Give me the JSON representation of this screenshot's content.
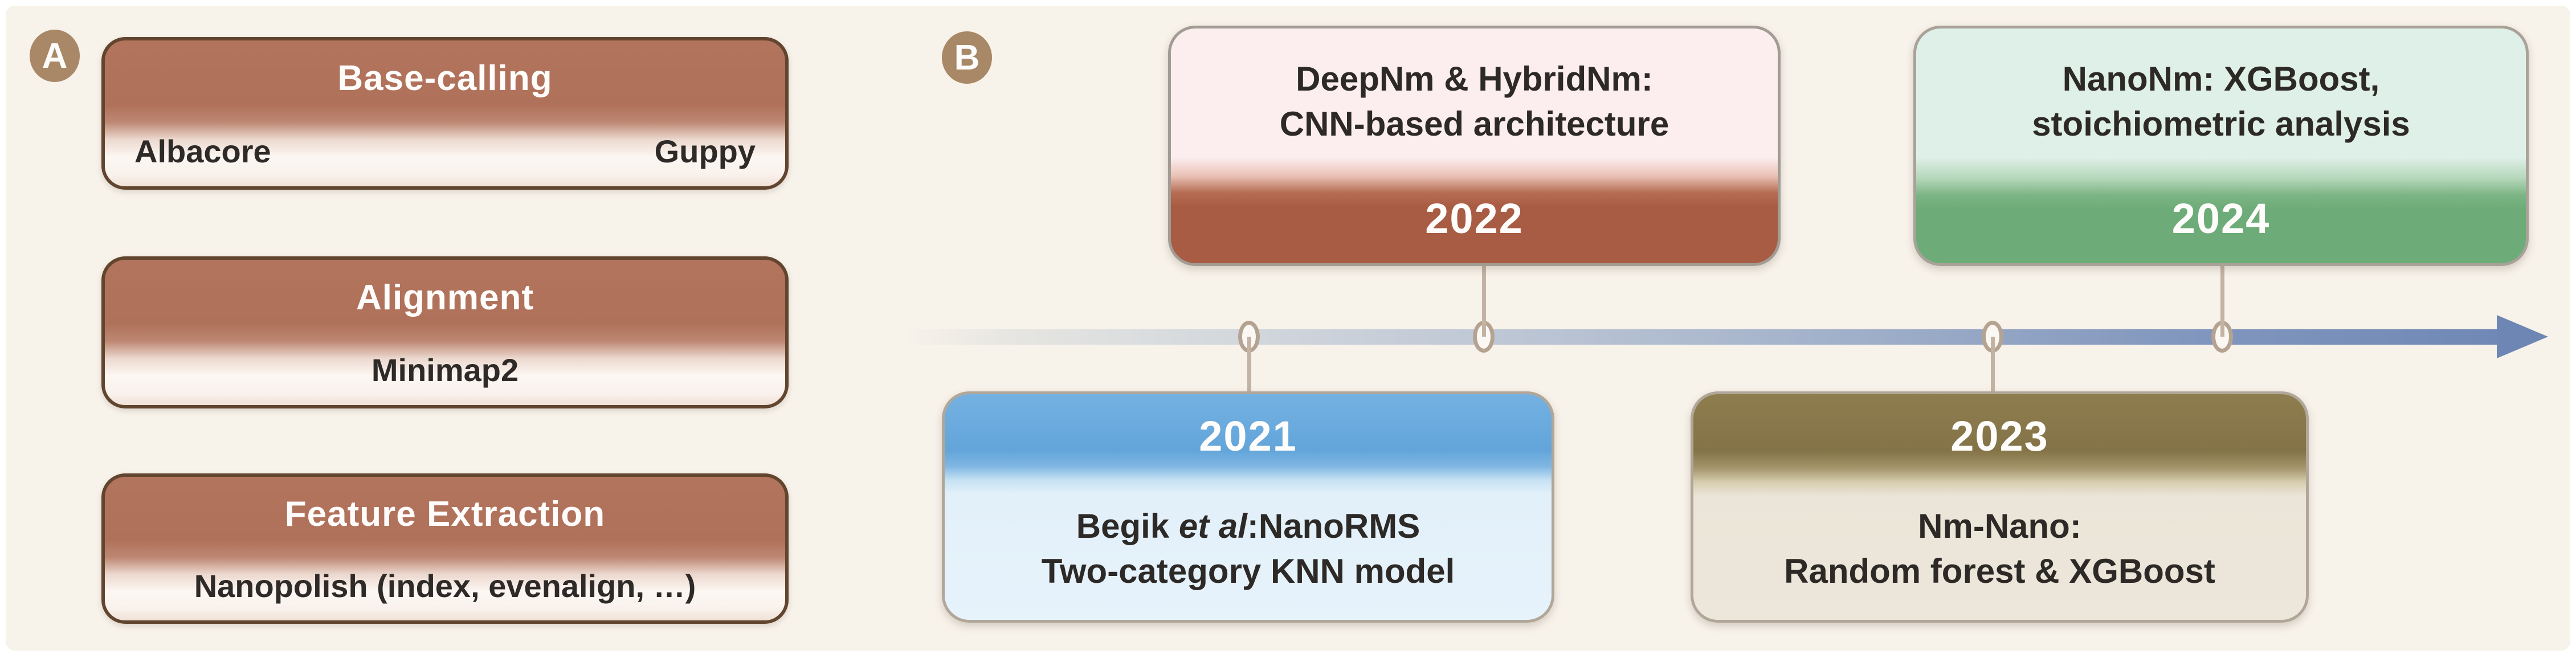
{
  "figure": {
    "background_color": "#f7f2ea",
    "frame_color": "#ffffff",
    "text_color": "#2d2926"
  },
  "panel_a": {
    "badge": "A",
    "badge_color": "#a88866",
    "box_fill_color": "#b0715a",
    "box_border_color": "#62452e",
    "boxes": [
      {
        "title": "Base-calling",
        "left_item": "Albacore",
        "right_item": "Guppy"
      },
      {
        "title": "Alignment",
        "item": "Minimap2"
      },
      {
        "title": "Feature Extraction",
        "item": "Nanopolish (index, evenalign, …)"
      }
    ]
  },
  "panel_b": {
    "badge": "B",
    "badge_color": "#a88866",
    "timeline": {
      "direction": "left-to-right",
      "arrow_color": "#6d86b4",
      "connector_color": "#c3b3a3",
      "years": [
        "2021",
        "2022",
        "2023",
        "2024"
      ]
    },
    "milestones": [
      {
        "year": "2021",
        "placement": "below",
        "header_color": "#69aadd",
        "body_color": "#e2f0fa",
        "body_pre": "Begik ",
        "body_italic": "et al",
        "body_post": ":NanoRMS",
        "body_line2": "Two-category KNN model"
      },
      {
        "year": "2022",
        "placement": "above",
        "header_color": "#a85c43",
        "body_color": "#fceeef",
        "body_line1": "DeepNm & HybridNm:",
        "body_line2": "CNN-based architecture"
      },
      {
        "year": "2023",
        "placement": "below",
        "header_color": "#8d7d4e",
        "body_color": "#eae5d8",
        "body_line1": "Nm-Nano:",
        "body_line2": "Random forest & XGBoost"
      },
      {
        "year": "2024",
        "placement": "above",
        "header_color": "#6dac78",
        "body_color": "#dff0e8",
        "body_line1": "NanoNm: XGBoost,",
        "body_line2": "stoichiometric analysis"
      }
    ]
  }
}
